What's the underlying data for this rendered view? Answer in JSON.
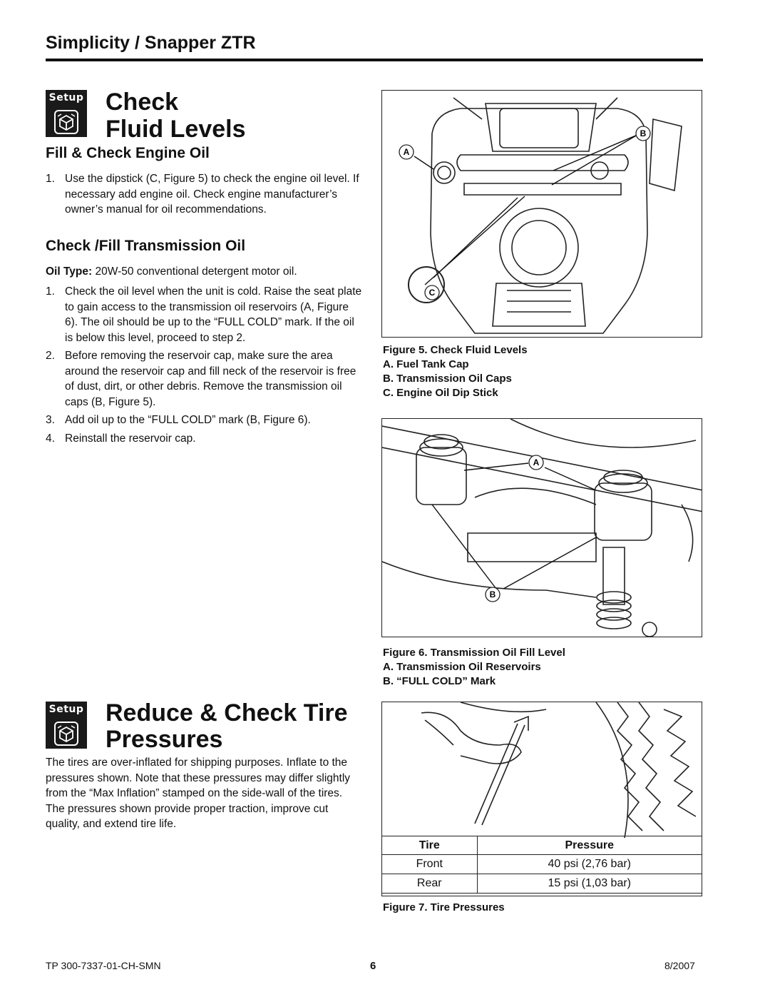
{
  "header": {
    "title": "Simplicity / Snapper ZTR"
  },
  "setup_badge_label": "Setup",
  "section1": {
    "title_line1": "Check",
    "title_line2": "Fluid Levels",
    "engine_oil": {
      "heading": "Fill & Check Engine Oil",
      "steps": [
        {
          "num": "1.",
          "text": "Use the dipstick (C, Figure 5) to check the engine oil level.  If necessary add engine oil.  Check engine manufacturer’s owner’s manual for oil recommendations."
        }
      ]
    },
    "transmission_oil": {
      "heading": "Check /Fill Transmission Oil",
      "oil_type_label": "Oil Type:",
      "oil_type_value": " 20W-50 conventional detergent motor oil.",
      "steps": [
        {
          "num": "1.",
          "text": "Check the oil level when the unit is cold.  Raise the seat plate to gain access to the transmission oil reservoirs (A, Figure 6). The oil should be up to the “FULL COLD” mark.  If the oil is below this level, proceed to step 2."
        },
        {
          "num": "2.",
          "text": "Before removing the reservoir cap, make sure the area around the reservoir cap and fill neck of the reservoir is free of dust, dirt, or other debris.  Remove the transmission oil caps (B, Figure 5)."
        },
        {
          "num": "3.",
          "text": "Add oil up to the “FULL COLD” mark (B, Figure 6)."
        },
        {
          "num": "4.",
          "text": "Reinstall the reservoir cap."
        }
      ]
    }
  },
  "section2": {
    "title_line1": "Reduce & Check Tire",
    "title_line2": "Pressures",
    "body": "The tires are over-inflated for shipping purposes.  Inflate to the pressures shown.  Note that these pressures may differ slightly from the “Max Inflation” stamped on the side-wall of the tires. The pressures shown provide proper traction, improve cut quality, and extend tire life."
  },
  "figure5": {
    "callouts": {
      "a": "A",
      "b": "B",
      "c": "C"
    },
    "caption": [
      "Figure 5.  Check Fluid Levels",
      "A.  Fuel Tank Cap",
      "B.  Transmission Oil Caps",
      "C.  Engine Oil Dip Stick"
    ]
  },
  "figure6": {
    "callouts": {
      "a": "A",
      "b": "B"
    },
    "caption": [
      "Figure 6.  Transmission Oil Fill Level",
      "A.  Transmission Oil Reservoirs",
      "B.  “FULL COLD” Mark"
    ]
  },
  "figure7": {
    "caption": "Figure 7.  Tire Pressures",
    "table": {
      "headers": [
        "Tire",
        "Pressure"
      ],
      "rows": [
        [
          "Front",
          "40 psi (2,76 bar)"
        ],
        [
          "Rear",
          "15 psi (1,03 bar)"
        ]
      ]
    }
  },
  "footer": {
    "left": "TP 300-7337-01-CH-SMN",
    "page": "6",
    "right": "8/2007"
  }
}
